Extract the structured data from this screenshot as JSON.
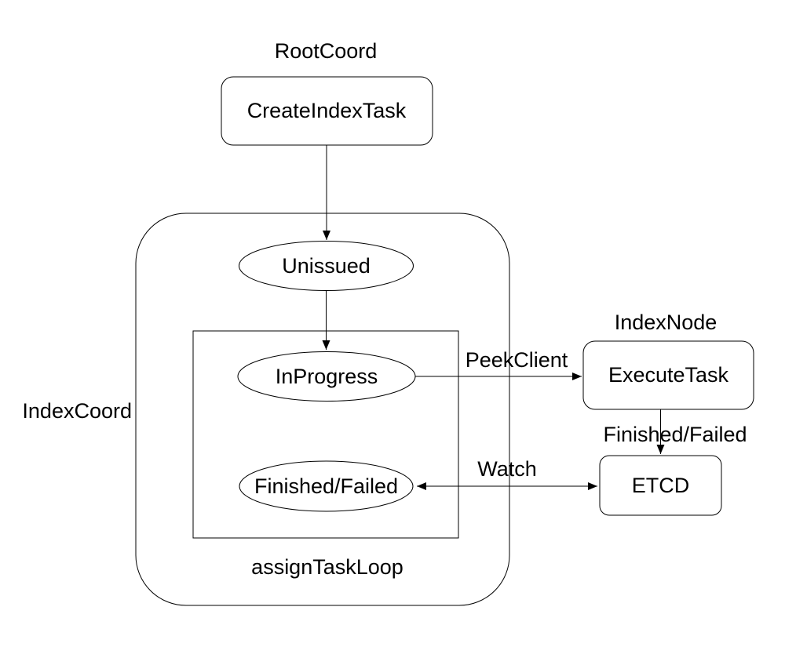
{
  "diagram": {
    "colors": {
      "background": "#ffffff",
      "stroke": "#000000",
      "text": "#000000"
    },
    "group_labels": {
      "root_coord": "RootCoord",
      "index_coord": "IndexCoord",
      "index_node": "IndexNode",
      "assign_task_loop": "assignTaskLoop"
    },
    "nodes": {
      "create_index_task": "CreateIndexTask",
      "unissued": "Unissued",
      "in_progress": "InProgress",
      "finished_failed": "Finished/Failed",
      "execute_task": "ExecuteTask",
      "etcd": "ETCD"
    },
    "edge_labels": {
      "peek_client": "PeekClient",
      "finished_failed": "Finished/Failed",
      "watch": "Watch"
    }
  }
}
